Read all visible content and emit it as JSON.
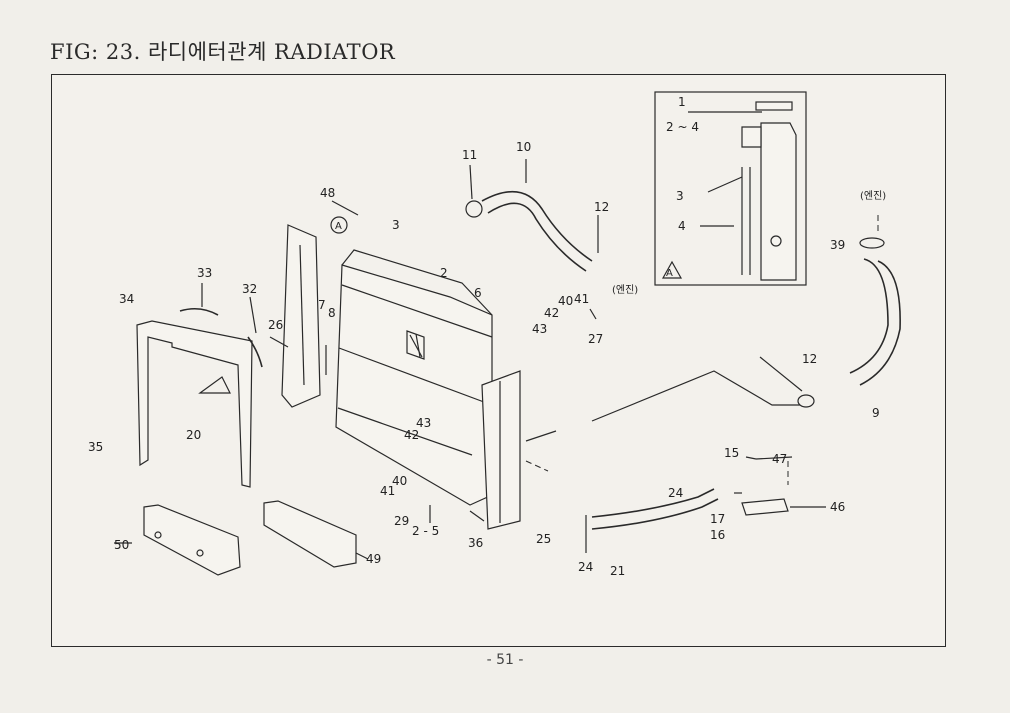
{
  "figure": {
    "title": "FIG: 23. 라디에터관계 RADIATOR"
  },
  "page_number": "- 51 -",
  "callouts": [
    {
      "id": "c1",
      "text": "1"
    },
    {
      "id": "c2_4",
      "text": "2 ~ 4"
    },
    {
      "id": "c3a",
      "text": "3"
    },
    {
      "id": "c4a",
      "text": "4"
    },
    {
      "id": "cA_inset",
      "text": "A"
    },
    {
      "id": "cEngine1",
      "text": "(엔진)"
    },
    {
      "id": "c39",
      "text": "39"
    },
    {
      "id": "c11",
      "text": "11"
    },
    {
      "id": "c10",
      "text": "10"
    },
    {
      "id": "c12a",
      "text": "12"
    },
    {
      "id": "cEngine2",
      "text": "(엔진)"
    },
    {
      "id": "c48",
      "text": "48"
    },
    {
      "id": "c3b",
      "text": "3"
    },
    {
      "id": "cA_main",
      "text": "A"
    },
    {
      "id": "c2",
      "text": "2"
    },
    {
      "id": "c6",
      "text": "6"
    },
    {
      "id": "c7",
      "text": "7"
    },
    {
      "id": "c8",
      "text": "8"
    },
    {
      "id": "c40a",
      "text": "40"
    },
    {
      "id": "c41a",
      "text": "41"
    },
    {
      "id": "c42a",
      "text": "42"
    },
    {
      "id": "c43a",
      "text": "43"
    },
    {
      "id": "c27",
      "text": "27"
    },
    {
      "id": "c12b",
      "text": "12"
    },
    {
      "id": "c9",
      "text": "9"
    },
    {
      "id": "c33",
      "text": "33"
    },
    {
      "id": "c34",
      "text": "34"
    },
    {
      "id": "c32",
      "text": "32"
    },
    {
      "id": "c26",
      "text": "26"
    },
    {
      "id": "c20",
      "text": "20"
    },
    {
      "id": "c35",
      "text": "35"
    },
    {
      "id": "c43b",
      "text": "43"
    },
    {
      "id": "c42b",
      "text": "42"
    },
    {
      "id": "c40b",
      "text": "40"
    },
    {
      "id": "c41b",
      "text": "41"
    },
    {
      "id": "c29",
      "text": "29"
    },
    {
      "id": "c2_5",
      "text": "2 - 5"
    },
    {
      "id": "c36",
      "text": "36"
    },
    {
      "id": "c25",
      "text": "25"
    },
    {
      "id": "c15",
      "text": "15"
    },
    {
      "id": "c47",
      "text": "47"
    },
    {
      "id": "c24a",
      "text": "24"
    },
    {
      "id": "c46",
      "text": "46"
    },
    {
      "id": "c17",
      "text": "17"
    },
    {
      "id": "c16",
      "text": "16"
    },
    {
      "id": "c24b",
      "text": "24"
    },
    {
      "id": "c21",
      "text": "21"
    },
    {
      "id": "c50",
      "text": "50"
    },
    {
      "id": "c49",
      "text": "49"
    }
  ]
}
